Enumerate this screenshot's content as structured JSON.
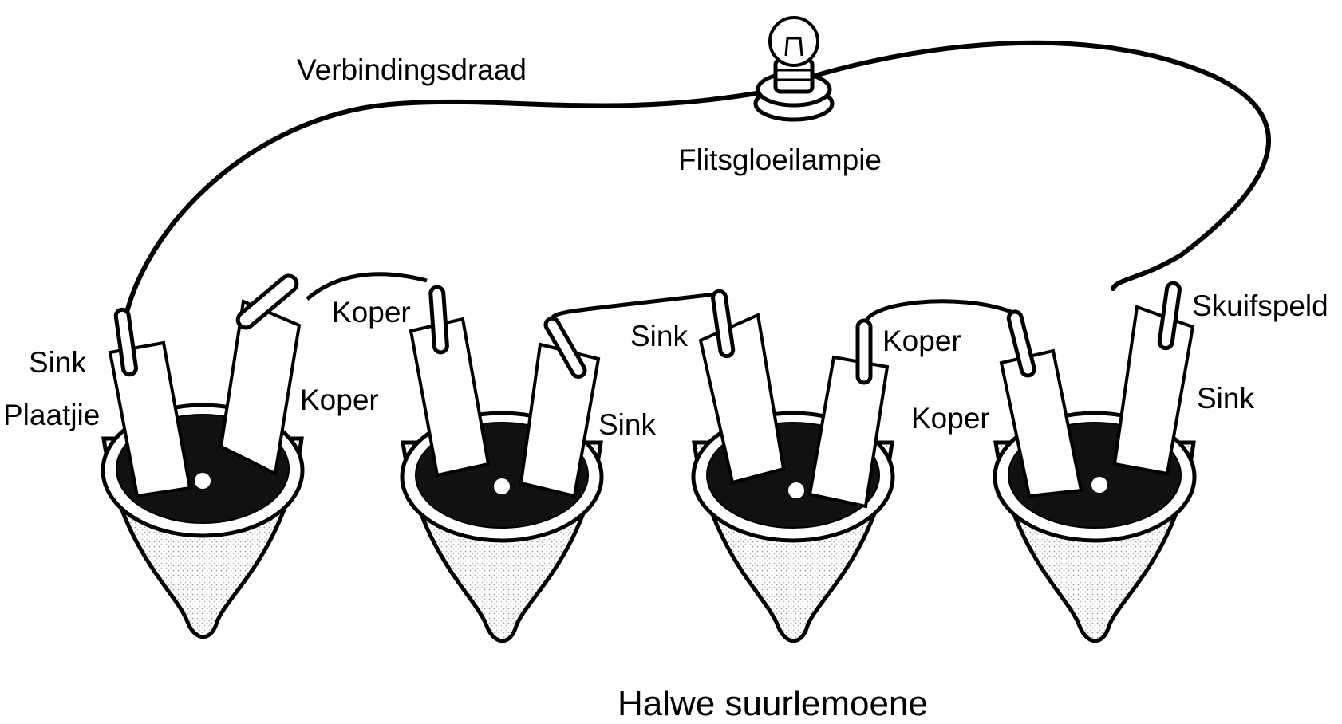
{
  "diagram": {
    "labels": {
      "wire": "Verbindingsdraad",
      "bulb": "Flitsgloeilampie",
      "caption": "Halwe suurlemoene",
      "lemon1_left_top": "Sink",
      "lemon1_left_bottom": "Plaatjie",
      "lemon1_right": "Koper",
      "lemon2_left": "Koper",
      "lemon2_right": "Sink",
      "lemon3_left": "Sink",
      "lemon3_right": "Koper",
      "lemon4_left": "Koper",
      "lemon4_right": "Sink",
      "paperclip": "Skuifspeld"
    }
  }
}
